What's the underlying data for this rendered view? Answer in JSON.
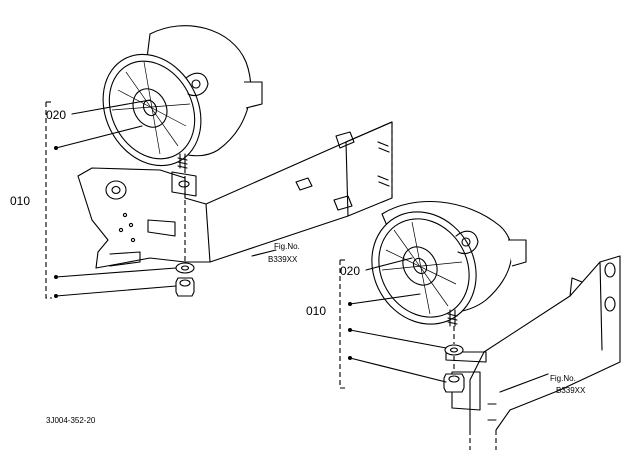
{
  "callouts": {
    "left_020": "020",
    "left_010": "010",
    "right_020": "020",
    "right_010": "010"
  },
  "fig_refs": {
    "left": {
      "line1": "Fig.No.",
      "line2": "B339XX"
    },
    "right": {
      "line1": "Fig.No.",
      "line2": "B339XX"
    }
  },
  "drawing_code": "3J004-352-20"
}
